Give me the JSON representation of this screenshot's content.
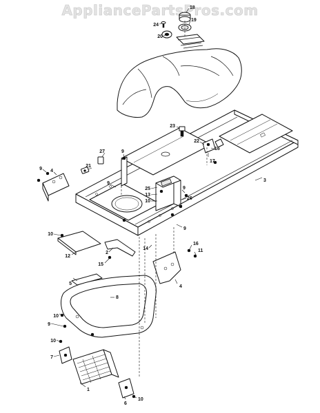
{
  "watermark": "AppliancePartsPros.com",
  "callouts": [
    {
      "id": "c18",
      "label": "18"
    },
    {
      "id": "c19",
      "label": "19"
    },
    {
      "id": "c24",
      "label": "24"
    },
    {
      "id": "c20",
      "label": "20"
    },
    {
      "id": "c23",
      "label": "23"
    },
    {
      "id": "c22",
      "label": "22"
    },
    {
      "id": "c16a",
      "label": "16"
    },
    {
      "id": "c17",
      "label": "17"
    },
    {
      "id": "c27",
      "label": "27"
    },
    {
      "id": "c9a",
      "label": "9"
    },
    {
      "id": "c21",
      "label": "21"
    },
    {
      "id": "c9b",
      "label": "9"
    },
    {
      "id": "c4a",
      "label": "4"
    },
    {
      "id": "c9c",
      "label": "9"
    },
    {
      "id": "c25",
      "label": "25"
    },
    {
      "id": "c13",
      "label": "13"
    },
    {
      "id": "c10a",
      "label": "10"
    },
    {
      "id": "c9d",
      "label": "9"
    },
    {
      "id": "c9e",
      "label": "9"
    },
    {
      "id": "c26",
      "label": "26"
    },
    {
      "id": "c3",
      "label": "3"
    },
    {
      "id": "c14",
      "label": "14"
    },
    {
      "id": "c9f",
      "label": "9"
    },
    {
      "id": "c10b",
      "label": "10"
    },
    {
      "id": "c12",
      "label": "12"
    },
    {
      "id": "c2",
      "label": "2"
    },
    {
      "id": "c15",
      "label": "15"
    },
    {
      "id": "c16b",
      "label": "16"
    },
    {
      "id": "c11",
      "label": "11"
    },
    {
      "id": "c4b",
      "label": "4"
    },
    {
      "id": "c5",
      "label": "5"
    },
    {
      "id": "c8",
      "label": "8"
    },
    {
      "id": "c10c",
      "label": "10"
    },
    {
      "id": "c9g",
      "label": "9"
    },
    {
      "id": "c10d",
      "label": "10"
    },
    {
      "id": "c7",
      "label": "7"
    },
    {
      "id": "c1",
      "label": "1"
    },
    {
      "id": "c6",
      "label": "6"
    },
    {
      "id": "c10e",
      "label": "10"
    }
  ]
}
